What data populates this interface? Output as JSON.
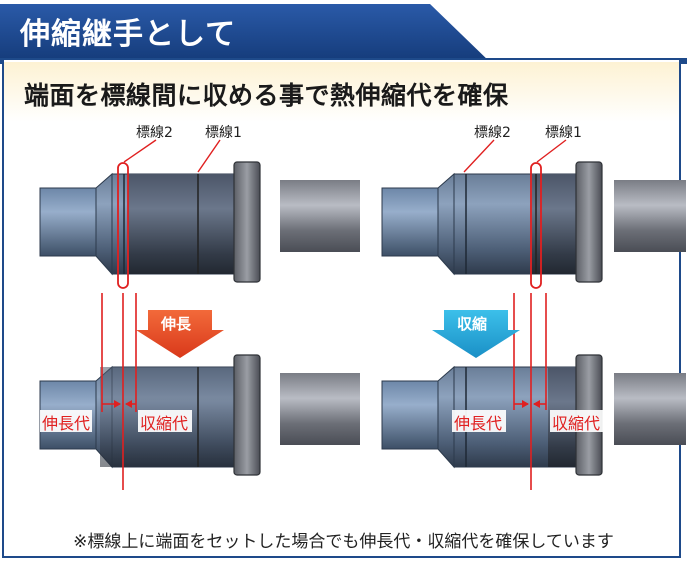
{
  "header": {
    "title": "伸縮継手として",
    "subtitle": "端面を標線間に収める事で熱伸縮代を確保"
  },
  "diagram": {
    "left": {
      "mark2": "標線2",
      "mark1": "標線1",
      "arrow_label": "伸長",
      "arrow_color": "#e6461e",
      "expansion_label": "伸長代",
      "contraction_label": "収縮代"
    },
    "right": {
      "mark2": "標線2",
      "mark1": "標線1",
      "arrow_label": "収縮",
      "arrow_color": "#1aa3d8",
      "expansion_label": "伸長代",
      "contraction_label": "収縮代"
    }
  },
  "footer": {
    "note": "※標線上に端面をセットした場合でも伸長代・収縮代を確保しています"
  },
  "colors": {
    "brand": "#1e4a8a",
    "marker_red": "#e02020"
  }
}
